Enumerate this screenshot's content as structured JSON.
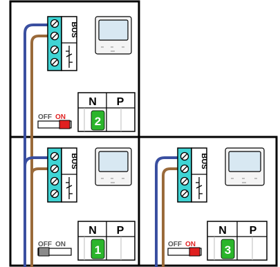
{
  "panels": [
    {
      "id": "top-left",
      "terminal_label": "BUS",
      "selector": {
        "headers": [
          "N",
          "P"
        ],
        "n_value": "2"
      },
      "switch": {
        "off_label": "OFF",
        "on_label": "ON",
        "state": "on"
      }
    },
    {
      "id": "bottom-left",
      "terminal_label": "BUS",
      "selector": {
        "headers": [
          "N",
          "P"
        ],
        "n_value": "1"
      },
      "switch": {
        "off_label": "OFF",
        "on_label": "ON",
        "state": "off"
      }
    },
    {
      "id": "bottom-right",
      "terminal_label": "BUS",
      "selector": {
        "headers": [
          "N",
          "P"
        ],
        "n_value": "3"
      },
      "switch": {
        "off_label": "OFF",
        "on_label": "ON",
        "state": "on"
      }
    }
  ],
  "colors": {
    "wire_blue": "#3a4fa0",
    "wire_brown": "#9a6a3a",
    "terminal_block": "#3fd4d4",
    "active_red": "#e02020",
    "number_green": "#2bb52b",
    "switch_gray": "#8a8a8a",
    "monitor_screen": "#d8e8f2"
  },
  "icons": [
    "screw-terminal-icon",
    "lock-release-icon",
    "monitor-icon"
  ]
}
